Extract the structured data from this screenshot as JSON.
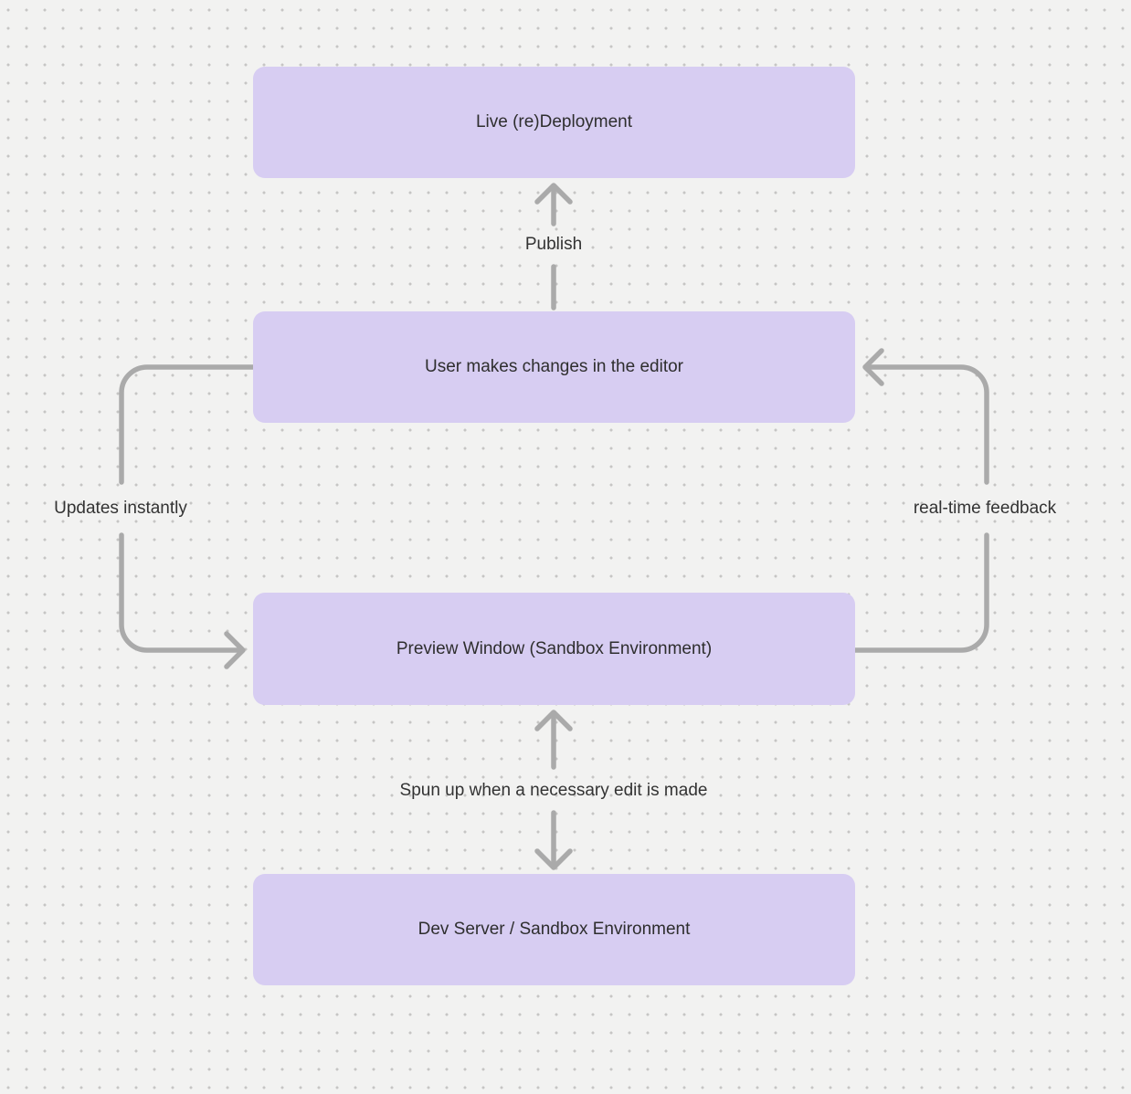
{
  "diagram": {
    "nodes": [
      {
        "id": "live-redeployment",
        "label": "Live (re)Deployment"
      },
      {
        "id": "user-editor",
        "label": "User makes changes in the editor"
      },
      {
        "id": "preview-window",
        "label": "Preview Window (Sandbox Environment)"
      },
      {
        "id": "dev-server",
        "label": "Dev Server / Sandbox Environment"
      }
    ],
    "edges": [
      {
        "id": "publish",
        "label": "Publish",
        "from": "user-editor",
        "to": "live-redeployment",
        "direction": "up"
      },
      {
        "id": "updates-instantly",
        "label": "Updates instantly",
        "from": "user-editor",
        "to": "preview-window",
        "direction": "down-left-side"
      },
      {
        "id": "real-time-feedback",
        "label": "real-time feedback",
        "from": "preview-window",
        "to": "user-editor",
        "direction": "up-right-side"
      },
      {
        "id": "spun-up",
        "label": "Spun up when a necessary edit is made",
        "from": "preview-window",
        "to": "dev-server",
        "direction": "both"
      }
    ],
    "colors": {
      "background": "#f2f2f1",
      "dot": "#c6c5c4",
      "node_fill": "#d7cdf2",
      "node_text": "#2e2e2e",
      "arrow": "#aaaaaa",
      "label_text": "#333333"
    }
  }
}
